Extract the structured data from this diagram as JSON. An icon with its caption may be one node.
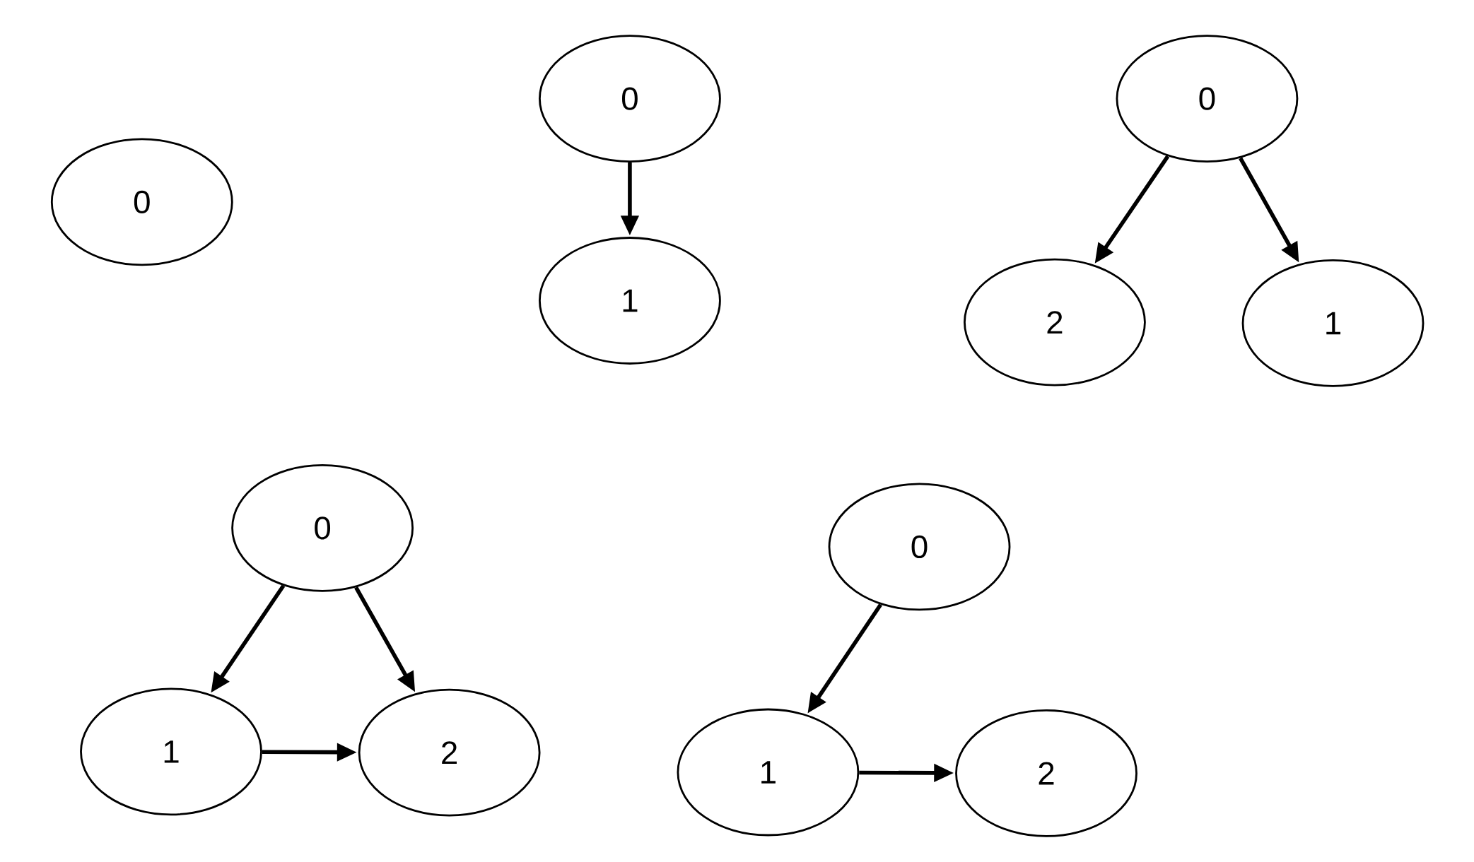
{
  "diagram": {
    "nodes": [
      {
        "text": [
          "0"
        ]
      },
      {
        "text": [
          "0"
        ]
      },
      {
        "text": [
          "1"
        ]
      },
      {
        "text": [
          "0"
        ]
      },
      {
        "text": [
          "2"
        ]
      },
      {
        "text": [
          "1"
        ]
      },
      {
        "text": [
          "0"
        ]
      },
      {
        "text": [
          "1"
        ]
      },
      {
        "text": [
          "2"
        ]
      },
      {
        "text": [
          "0"
        ]
      },
      {
        "text": [
          "1"
        ]
      },
      {
        "text": [
          "2"
        ]
      }
    ],
    "edges": [
      {
        "from": 1,
        "to": 2,
        "arrow": "to"
      },
      {
        "from": 3,
        "to": 4,
        "arrow": "to"
      },
      {
        "from": 3,
        "to": 5,
        "arrow": "to"
      },
      {
        "from": 6,
        "to": 7,
        "arrow": "to"
      },
      {
        "from": 6,
        "to": 8,
        "arrow": "to"
      },
      {
        "from": 7,
        "to": 8,
        "arrow": "to"
      },
      {
        "from": 9,
        "to": 10,
        "arrow": "to"
      },
      {
        "from": 10,
        "to": 11,
        "arrow": "to"
      }
    ]
  }
}
